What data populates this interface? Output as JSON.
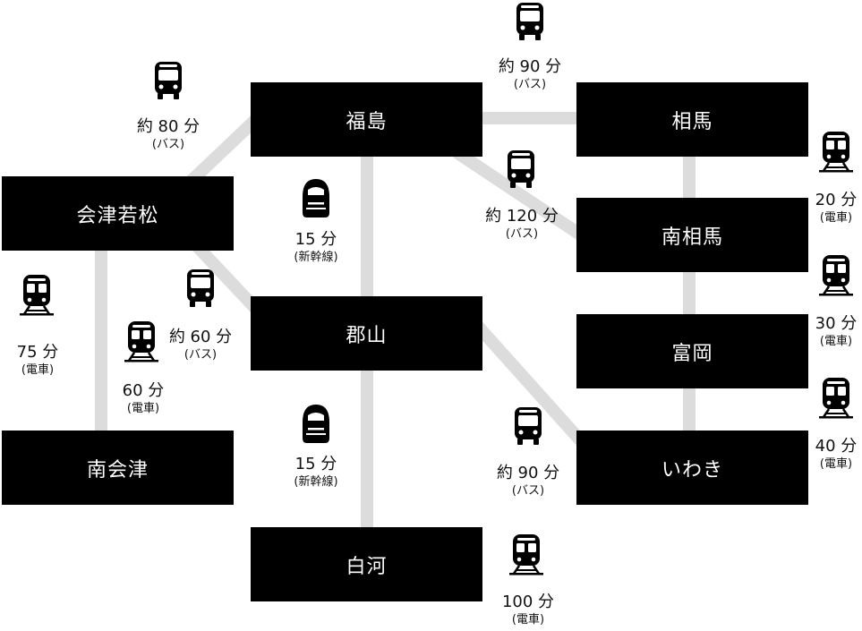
{
  "stations": {
    "fukushima": "福島",
    "soma": "相馬",
    "aizuwakamatsu": "会津若松",
    "minamisoma": "南相馬",
    "koriyama": "郡山",
    "tomioka": "富岡",
    "minamiaizu": "南会津",
    "iwaki": "いわき",
    "shirakawa": "白河"
  },
  "routes": {
    "fukushima_soma": {
      "time": "約 90 分",
      "mode": "(バス)",
      "icon": "bus-icon"
    },
    "aizu_fukushima": {
      "time": "約 80 分",
      "mode": "(バス)",
      "icon": "bus-icon"
    },
    "fukushima_minamisoma": {
      "time": "約 120 分",
      "mode": "(バス)",
      "icon": "bus-icon"
    },
    "fukushima_koriyama": {
      "time": "15 分",
      "mode": "(新幹線)",
      "icon": "shinkansen-icon"
    },
    "soma_minamisoma": {
      "time": "20 分",
      "mode": "(電車)",
      "icon": "train-icon"
    },
    "minamisoma_tomioka": {
      "time": "30 分",
      "mode": "(電車)",
      "icon": "train-icon"
    },
    "tomioka_iwaki": {
      "time": "40 分",
      "mode": "(電車)",
      "icon": "train-icon"
    },
    "aizu_minamiaizu": {
      "time": "75 分",
      "mode": "(電車)",
      "icon": "train-icon"
    },
    "aizu_koriyama_train": {
      "time": "60 分",
      "mode": "(電車)",
      "icon": "train-icon"
    },
    "aizu_koriyama_bus": {
      "time": "約 60 分",
      "mode": "(バス)",
      "icon": "bus-icon"
    },
    "koriyama_shirakawa": {
      "time": "15 分",
      "mode": "(新幹線)",
      "icon": "shinkansen-icon"
    },
    "koriyama_iwaki": {
      "time": "約 90 分",
      "mode": "(バス)",
      "icon": "bus-icon"
    },
    "shirakawa_iwaki": {
      "time": "100 分",
      "mode": "(電車)",
      "icon": "train-icon"
    }
  },
  "colors": {
    "station_bg": "#000000",
    "station_text": "#ffffff",
    "line": "#dcdcdc"
  }
}
